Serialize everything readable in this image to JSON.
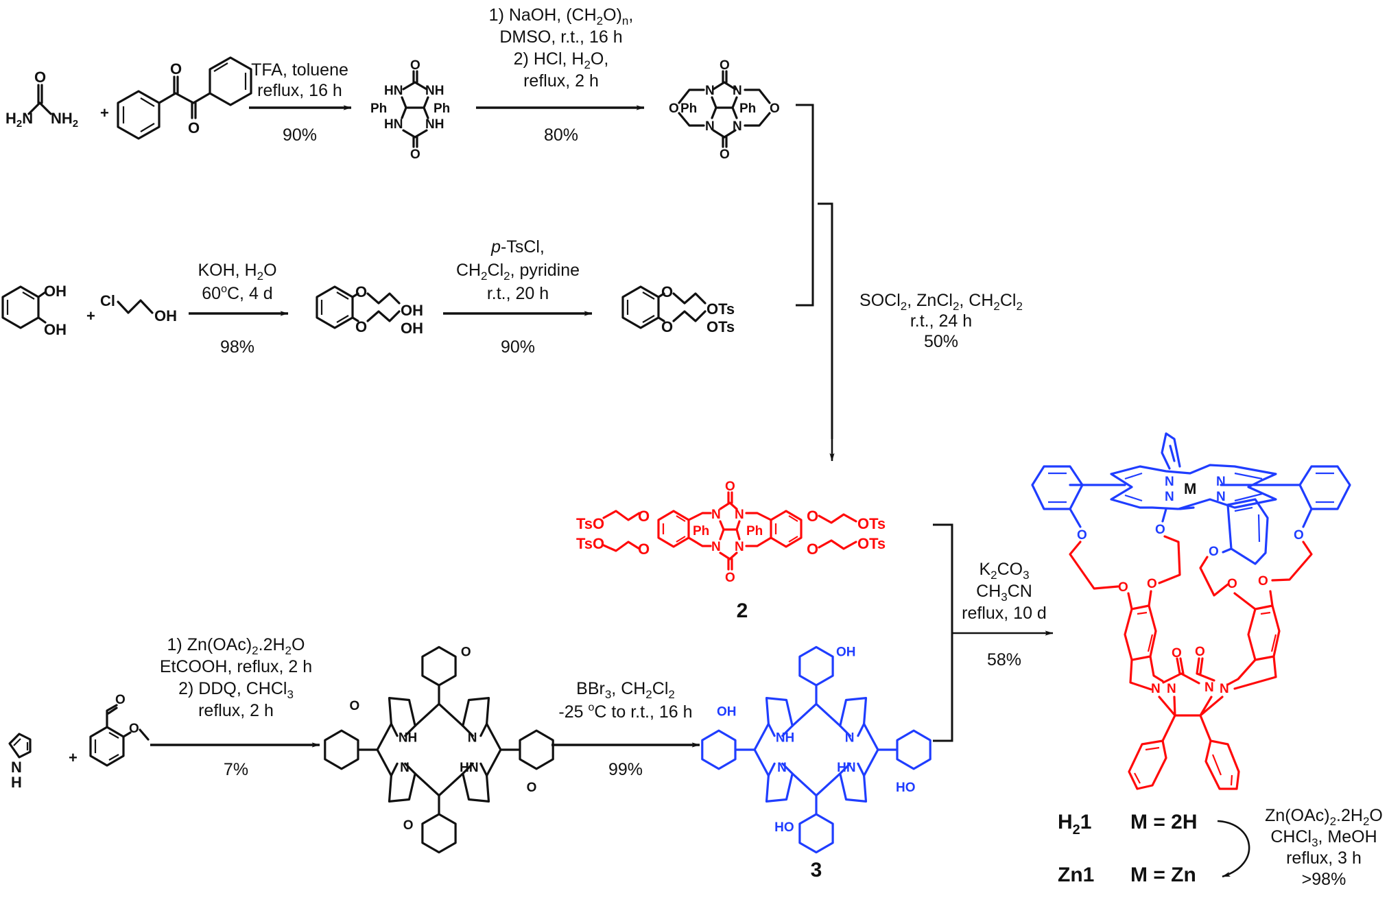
{
  "scheme": {
    "title": "Synthesis of porphyrin-glycoluril cage compounds H21 and Zn1",
    "colors": {
      "black": "#111111",
      "red": "#ff0a0a",
      "blue": "#1f3dff"
    },
    "row1": {
      "reactant_a": {
        "name": "urea",
        "atoms": {
          "O": "O",
          "left": "H2N",
          "right": "NH2"
        }
      },
      "plus": "+",
      "reactant_b": {
        "name": "benzil",
        "atoms": {
          "O1": "O",
          "O2": "O"
        }
      },
      "step1": {
        "conditions": [
          "TFA, toluene",
          "reflux, 16 h"
        ],
        "yield": "90%"
      },
      "product1": {
        "name": "diphenylglycoluril",
        "atoms": {
          "O_top": "O",
          "O_bot": "O",
          "HN1": "HN",
          "NH1": "NH",
          "HN2": "HN",
          "NH2": "NH",
          "Ph_left": "Ph",
          "Ph_right": "Ph"
        }
      },
      "step2": {
        "conditions": [
          "1) NaOH, (CH2O)n,",
          "DMSO, r.t., 16 h",
          "2) HCl, H2O,",
          "reflux, 2 h"
        ],
        "yield": "80%"
      },
      "product2": {
        "name": "bis-cyclic ether",
        "atoms": {
          "O_top": "O",
          "O_bot": "O",
          "O_left": "O",
          "O_right": "O",
          "N": "N",
          "Ph_left": "Ph",
          "Ph_right": "Ph"
        }
      }
    },
    "row2": {
      "reactant_a": {
        "name": "catechol",
        "atoms": {
          "OH1": "OH",
          "OH2": "OH"
        }
      },
      "plus": "+",
      "reactant_b": {
        "name": "2-chloroethanol",
        "atoms": {
          "Cl": "Cl",
          "OH": "OH"
        }
      },
      "step3": {
        "conditions": [
          "KOH, H2O",
          "60oC, 4 d"
        ],
        "yield": "98%"
      },
      "product3": {
        "name": "diol",
        "atoms": {
          "O": "O",
          "OH": "OH"
        }
      },
      "step4": {
        "conditions": [
          "p-TsCl,",
          "CH2Cl2, pyridine",
          "r.t., 20 h"
        ],
        "yield": "90%"
      },
      "product4": {
        "name": "ditosylate",
        "atoms": {
          "O": "O",
          "OTs": "OTs"
        }
      }
    },
    "step5": {
      "conditions": [
        "SOCl2, ZnCl2, CH2Cl2",
        "r.t., 24 h"
      ],
      "yield": "50%"
    },
    "compound2": {
      "label": "2",
      "atoms": {
        "TsO": "TsO",
        "OTs": "OTs",
        "O": "O",
        "N": "N",
        "Ph": "Ph"
      }
    },
    "row3": {
      "reactant_a": {
        "name": "pyrrole",
        "atoms": {
          "N": "N",
          "H": "H"
        }
      },
      "plus": "+",
      "reactant_b": {
        "name": "2-methoxybenzaldehyde",
        "atoms": {
          "O_ald": "O",
          "O_me": "O"
        }
      },
      "step6": {
        "conditions": [
          "1) Zn(OAc)2.2H2O",
          "EtCOOH, reflux, 2 h",
          "2) DDQ, CHCl3",
          "reflux, 2 h"
        ],
        "yield": "7%"
      },
      "product6": {
        "name": "tetrakis(2-methoxyphenyl)porphyrin",
        "atoms": {
          "NH": "NH",
          "N": "N",
          "HN": "HN",
          "O": "O"
        }
      },
      "step7": {
        "conditions": [
          "BBr3, CH2Cl2",
          "-25 oC to r.t., 16 h"
        ],
        "yield": "99%"
      }
    },
    "compound3": {
      "label": "3",
      "atoms": {
        "NH": "NH",
        "N": "N",
        "HN": "HN",
        "OH": "OH",
        "HO": "HO"
      }
    },
    "step8": {
      "conditions": [
        "K2CO3",
        "CH3CN",
        "reflux, 10 d"
      ],
      "yield": "58%"
    },
    "cage": {
      "atoms": {
        "M": "M",
        "N": "N",
        "O": "O"
      }
    },
    "products": [
      {
        "label_main": "H",
        "label_sub": "2",
        "label_rest": "1",
        "definition": "M = 2H"
      },
      {
        "label_main": "Zn1",
        "definition": "M = Zn"
      }
    ],
    "step9": {
      "conditions": [
        "Zn(OAc)2.2H2O",
        "CHCl3, MeOH",
        "reflux, 3 h"
      ],
      "yield": ">98%"
    }
  }
}
